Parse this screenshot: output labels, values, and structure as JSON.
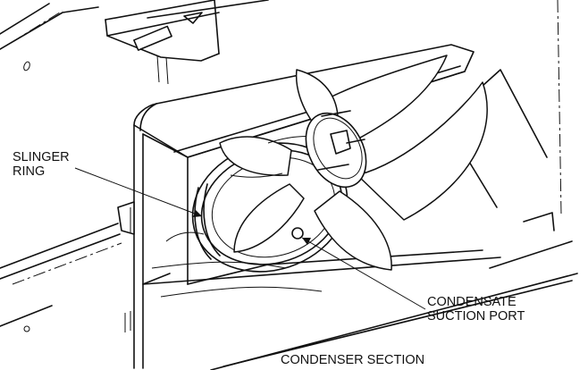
{
  "labels": {
    "slinger_line1": "SLINGER",
    "slinger_line2": "RING",
    "condensate_line1": "CONDENSATE",
    "condensate_line2": "SUCTION PORT",
    "caption": "CONDENSER SECTION"
  },
  "colors": {
    "line": "#111111",
    "background": "#ffffff"
  }
}
